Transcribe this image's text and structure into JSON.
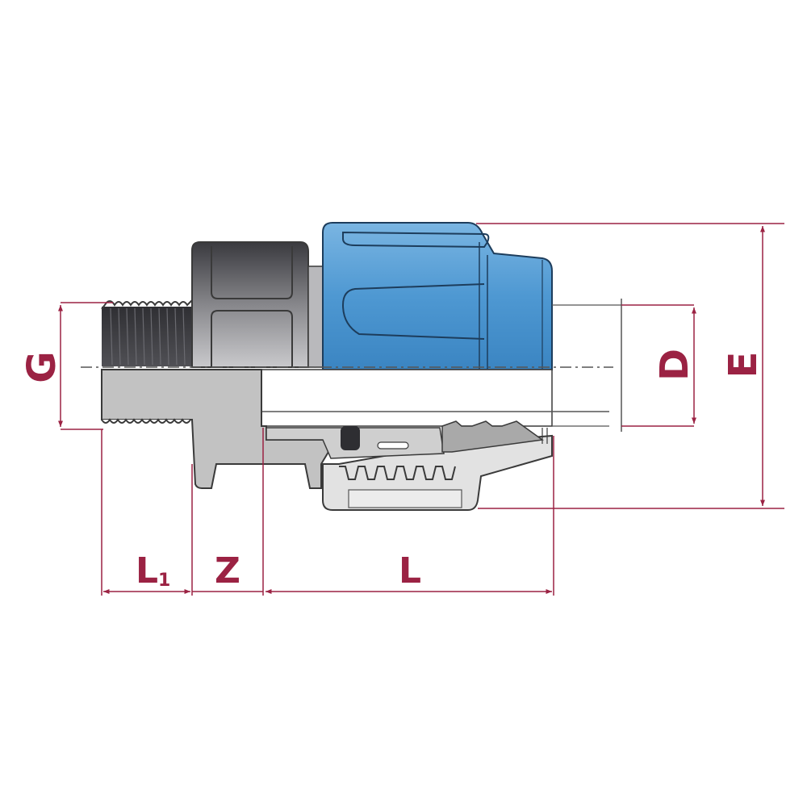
{
  "diagram": {
    "type": "technical-drawing",
    "subject": "compression fitting male threaded adapter cross-section",
    "colors": {
      "dimension": "#9b2243",
      "dimension_light": "#c27d90",
      "cap_blue": "#3f8bc6",
      "cap_blue_light": "#79b3e0",
      "cap_outline": "#1d3d5c",
      "body_dark": "#3a3a3e",
      "body_grey": "#bdbdbd",
      "body_light": "#e4e4e4",
      "outline": "#3a3a3a",
      "oring": "#2e2e32"
    },
    "parts": [
      {
        "id": "threaded-end",
        "label": "Male thread"
      },
      {
        "id": "body",
        "label": "Body"
      },
      {
        "id": "compression-nut",
        "label": "Blue compression nut"
      },
      {
        "id": "pipe",
        "label": "Pipe"
      },
      {
        "id": "o-ring",
        "label": "O-ring"
      },
      {
        "id": "grip-ring",
        "label": "Grip ring"
      }
    ],
    "dimensions": {
      "G": {
        "label": "G",
        "orientation": "vertical",
        "description": "Thread diameter"
      },
      "D": {
        "label": "D",
        "orientation": "vertical",
        "description": "Pipe outer diameter"
      },
      "E": {
        "label": "E",
        "orientation": "vertical",
        "description": "Overall outer diameter"
      },
      "L1": {
        "label": "L",
        "subscript": "1",
        "orientation": "horizontal",
        "description": "Thread length"
      },
      "Z": {
        "label": "Z",
        "orientation": "horizontal",
        "description": "Body length"
      },
      "L": {
        "label": "L",
        "orientation": "horizontal",
        "description": "Insertion length"
      }
    }
  }
}
